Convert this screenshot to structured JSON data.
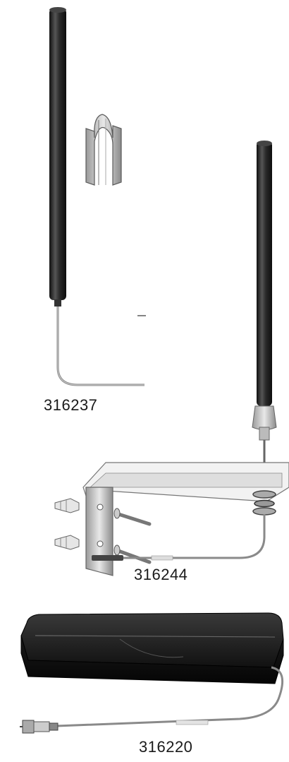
{
  "products": [
    {
      "id": "antenna-whip-with-clip",
      "part_number": "316237"
    },
    {
      "id": "antenna-wall-bracket-kit",
      "part_number": "316244"
    },
    {
      "id": "antenna-flat-puck",
      "part_number": "316220"
    }
  ],
  "colors": {
    "antenna_body": "#2b2b2b",
    "metal": "#c8c8c8",
    "cable": "#8a8a8a",
    "caption": "#1a1a1a"
  }
}
